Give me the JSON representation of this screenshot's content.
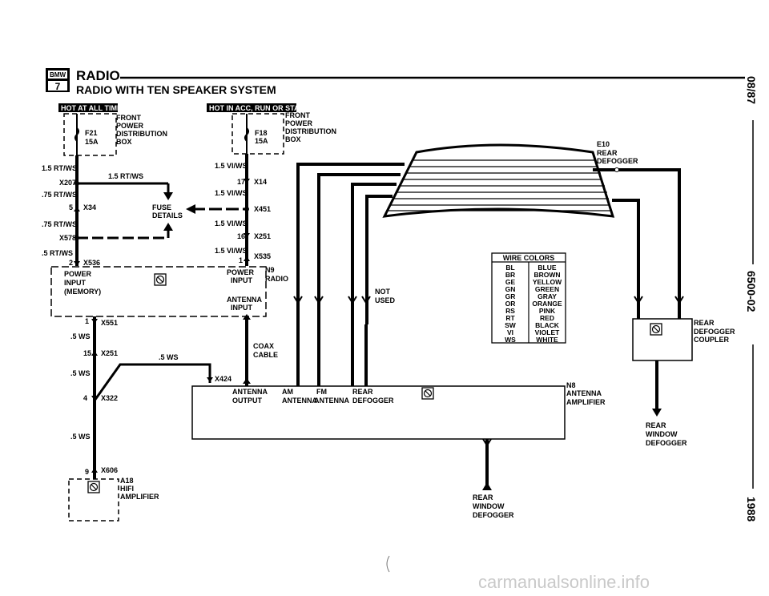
{
  "header": {
    "logo_top": "BMW",
    "logo_num": "7",
    "title": "RADIO",
    "subtitle": "RADIO WITH TEN SPEAKER SYSTEM"
  },
  "side": {
    "date": "08/87",
    "section": "6500-02",
    "year": "1988"
  },
  "watermark": "carmanualsonline.info",
  "left_fuse": {
    "tag": "HOT AT ALL TIMES",
    "fuse": "F21",
    "amps": "15A",
    "box": [
      "FRONT",
      "POWER",
      "DISTRIBUTION",
      "BOX"
    ]
  },
  "right_fuse": {
    "tag": "HOT IN ACC, RUN OR START",
    "fuse": "F18",
    "amps": "15A",
    "box": [
      "FRONT",
      "POWER",
      "DISTRIBUTION",
      "BOX"
    ]
  },
  "left_wires": {
    "w1": "1.5 RT/WS",
    "x207": "X207",
    "w1b": "1.5 RT/WS",
    "w2": ".75 RT/WS",
    "pin5": "5",
    "x34": "X34",
    "w3": ".75 RT/WS",
    "x578": "X578",
    "w4": ".5 RT/WS",
    "pin2": "2",
    "x536": "X536",
    "fuse_details": [
      "FUSE",
      "DETAILS"
    ]
  },
  "right_wires": {
    "w1": "1.5 VI/WS",
    "pin17": "17",
    "x14": "X14",
    "w2": "1.5 VI/WS",
    "x451": "X451",
    "w3": "1.5 VI/WS",
    "pin16": "16",
    "x251": "X251",
    "w4": "1.5 VI/WS",
    "pin1": "1",
    "x535": "X535"
  },
  "radio": {
    "left_pins": [
      "POWER",
      "INPUT",
      "(MEMORY)"
    ],
    "right_pins": [
      "POWER",
      "INPUT",
      "ANTENNA",
      "INPUT"
    ],
    "id": "N9",
    "name": "RADIO"
  },
  "lower": {
    "pin1": "1",
    "x551": "X551",
    "w5": ".5 WS",
    "pin15": "15",
    "x251b": "X251",
    "w6": ".5 WS",
    "w7": ".5 WS",
    "pin4": "4",
    "x322": "X322",
    "w8": ".5 WS",
    "pin9": "9",
    "x606": "X606",
    "coax": [
      "COAX",
      "CABLE"
    ],
    "x424": "X424"
  },
  "hifi": {
    "id": "A18",
    "name": [
      "HIFI",
      "AMPLIFIER"
    ]
  },
  "amplifier": {
    "labels": [
      "ANTENNA",
      "OUTPUT",
      "AM",
      "ANTENNA",
      "FM",
      "ANTENNA",
      "REAR",
      "DEFOGGER"
    ],
    "id": "N8",
    "name": [
      "ANTENNA",
      "AMPLIFIER"
    ]
  },
  "not_used": [
    "NOT",
    "USED"
  ],
  "defogger": {
    "id": "E10",
    "name": [
      "REAR",
      "DEFOGGER"
    ]
  },
  "coupler": [
    "REAR",
    "DEFOGGER",
    "COUPLER"
  ],
  "rear_window_right": [
    "REAR",
    "WINDOW",
    "DEFOGGER"
  ],
  "rear_window_bottom": [
    "REAR",
    "WINDOW",
    "DEFOGGER"
  ],
  "wire_colors": {
    "title": "WIRE COLORS",
    "rows": [
      [
        "BL",
        "BLUE"
      ],
      [
        "BR",
        "BROWN"
      ],
      [
        "GE",
        "YELLOW"
      ],
      [
        "GN",
        "GREEN"
      ],
      [
        "GR",
        "GRAY"
      ],
      [
        "OR",
        "ORANGE"
      ],
      [
        "RS",
        "PINK"
      ],
      [
        "RT",
        "RED"
      ],
      [
        "SW",
        "BLACK"
      ],
      [
        "VI",
        "VIOLET"
      ],
      [
        "WS",
        "WHITE"
      ]
    ]
  }
}
